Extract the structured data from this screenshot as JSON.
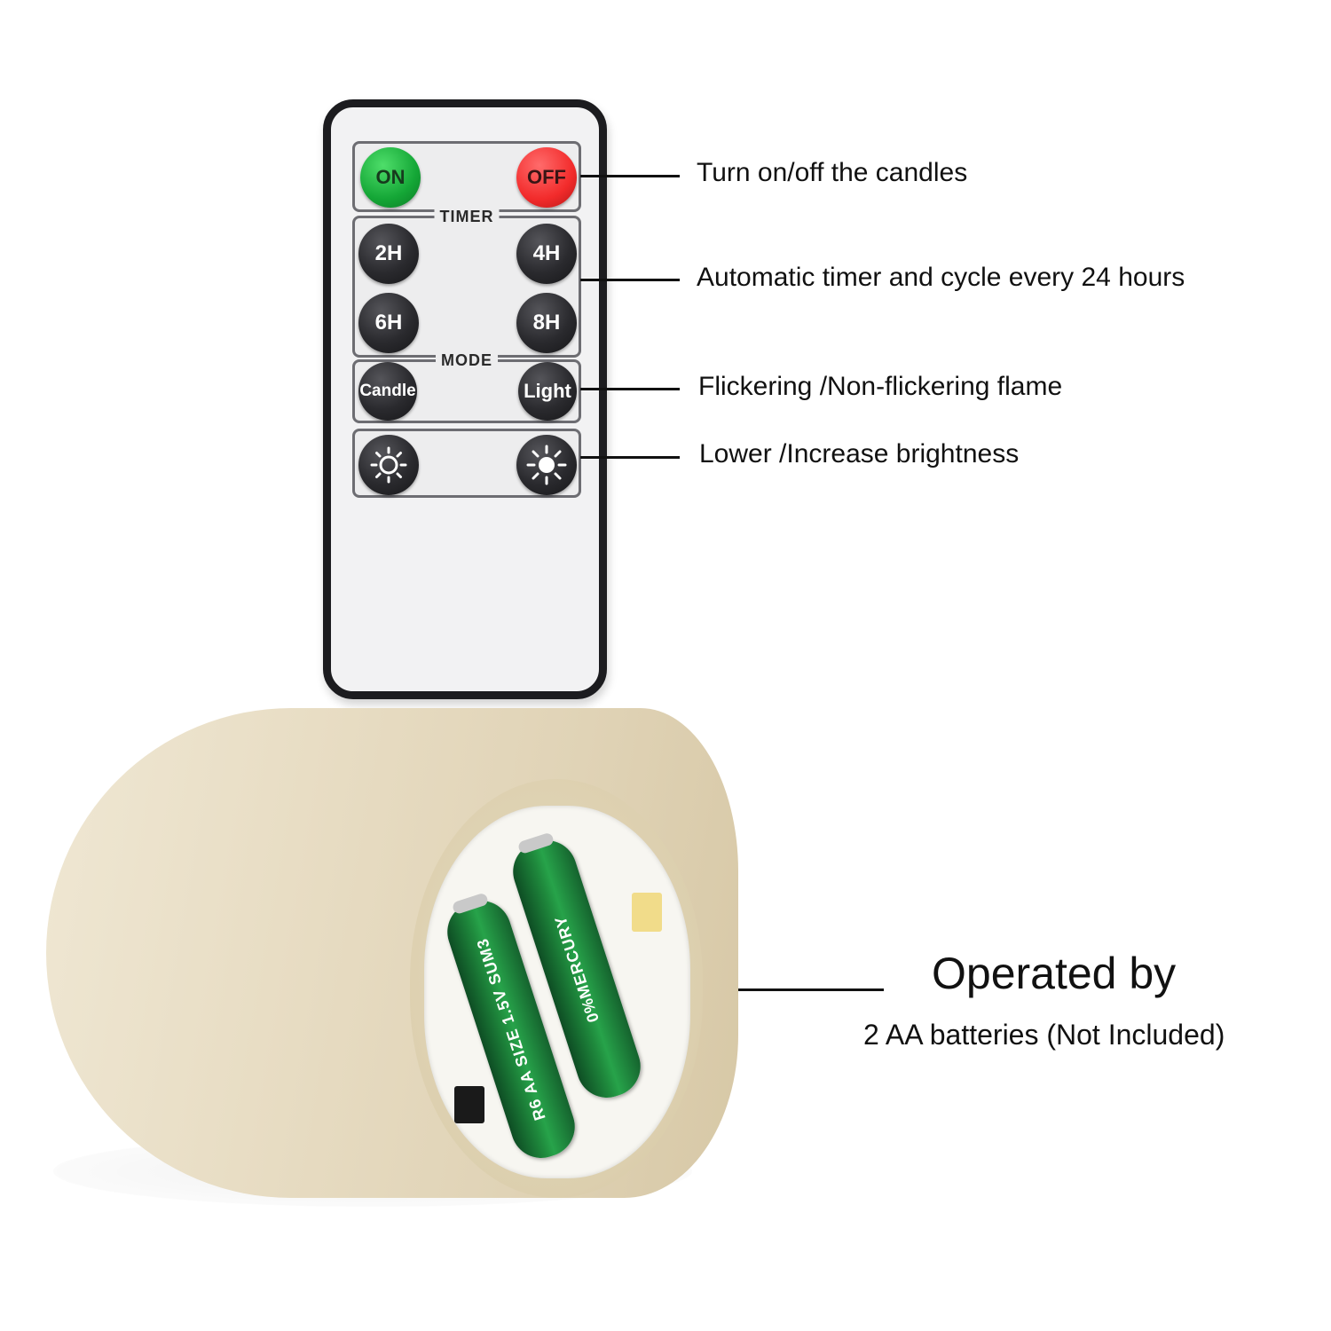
{
  "remote": {
    "on_label": "ON",
    "off_label": "OFF",
    "timer_label": "TIMER",
    "timer_buttons": [
      "2H",
      "4H",
      "6H",
      "8H"
    ],
    "mode_label": "MODE",
    "mode_buttons": [
      "Candle",
      "Light"
    ],
    "brightness_icons": [
      "brightness-low-icon",
      "brightness-high-icon"
    ]
  },
  "callouts": {
    "power": "Turn on/off the candles",
    "timer": "Automatic timer and cycle every 24 hours",
    "mode": "Flickering /Non-flickering flame",
    "brightness": "Lower /Increase brightness",
    "battery_title": "Operated by",
    "battery_sub": "2 AA batteries (Not Included)"
  },
  "batteries": [
    "R6 AA SIZE 1.5V SUM3",
    "0%MERCURY"
  ],
  "colors": {
    "on_button": "#14a636",
    "off_button": "#f22b2b",
    "battery": "#1f8a3d",
    "candle": "#e8ddc4"
  }
}
